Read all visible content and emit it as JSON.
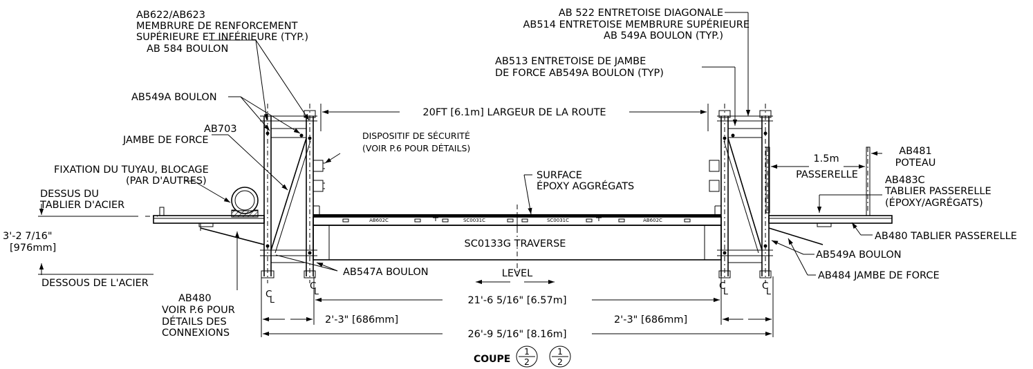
{
  "labels": {
    "ab622_1": "AB622/AB623",
    "ab622_2": "MEMBRURE DE RENFORCEMENT",
    "ab622_3": "SUPÉRIEURE ET INFÉRIEURE (TYP.)",
    "ab622_4": "AB 584 BOULON",
    "ab549a_left": "AB549A BOULON",
    "ab703_1": "AB703",
    "ab703_2": "JAMBE DE FORCE",
    "pipe_1": "FIXATION DU TUYAU, BLOCAGE",
    "pipe_2": "(PAR D'AUTRES)",
    "top_steel_1": "DESSUS DU",
    "top_steel_2": "TABLIER D'ACIER",
    "height_1": "3'-2 7/16\"",
    "height_2": "[976mm]",
    "bottom_steel": "DESSOUS DE L'ACIER",
    "ab480_1": "AB480",
    "ab480_2": "VOIR P.6 POUR",
    "ab480_3": "DÉTAILS DES",
    "ab480_4": "CONNEXIONS",
    "ab547a": "AB547A BOULON",
    "road_width": "20FT [6.1m] LARGEUR DE LA ROUTE",
    "safety_1": "DISPOSITIF DE SÉCURITÉ",
    "safety_2": "(VOIR P.6 POUR DÉTAILS)",
    "surface_1": "SURFACE",
    "surface_2": "ÉPOXY AGGRÉGATS",
    "crossbeam": "SC0133G TRAVERSE",
    "level": "LEVEL",
    "dim_inner": "21'-6 5/16\" [6.57m]",
    "dim_left": "2'-3\" [686mm]",
    "dim_right": "2'-3\" [686mm]",
    "dim_overall": "26'-9 5/16\" [8.16m]",
    "section_title": "COUPE",
    "bubble_top": "1",
    "bubble_bottom": "2",
    "ab522_1": "AB 522 ENTRETOISE DIAGONALE",
    "ab522_2": "AB514 ENTRETOISE MEMBRURE SUPÉRIEURE",
    "ab522_3": "AB 549A BOULON (TYP.)",
    "ab513_1": "AB513 ENTRETOISE DE JAMBE",
    "ab513_2": "DE FORCE AB549A BOULON (TYP)",
    "walkway_width": "1.5m",
    "walkway": "PASSERELLE",
    "ab481_1": "AB481",
    "ab481_2": "POTEAU",
    "ab483c_1": "AB483C",
    "ab483c_2": "TABLIER PASSERELLE",
    "ab483c_3": "(ÉPOXY/AGRÉGATS)",
    "ab480_right": "AB480 TABLIER PASSERELLE",
    "ab549a_right": "AB549A BOULON",
    "ab484": "AB484 JAMBE DE FORCE",
    "cl": "C",
    "cl_sub": "L"
  },
  "deck_marks": [
    "AB602C",
    "SC0031C",
    "SC0031C",
    "AB602C"
  ]
}
